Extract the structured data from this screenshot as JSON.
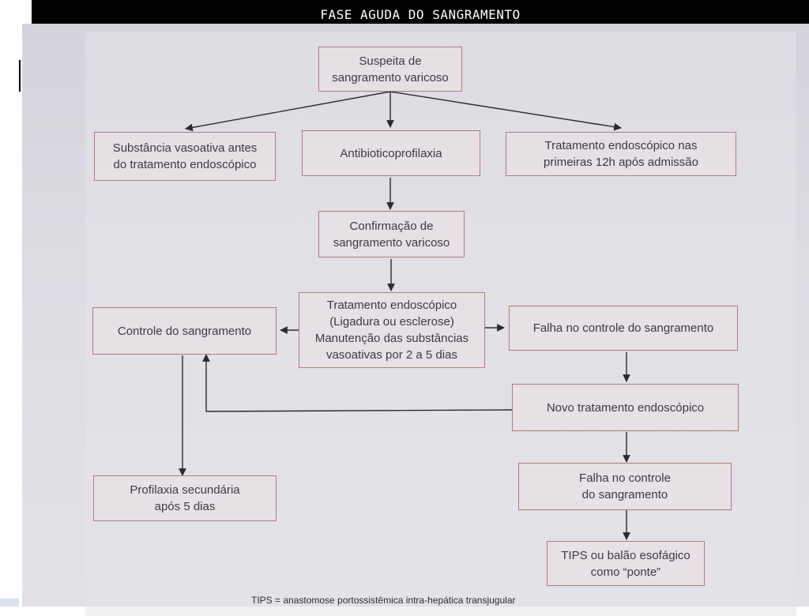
{
  "header": {
    "title": "FASE AGUDA DO SANGRAMENTO"
  },
  "flowchart": {
    "nodes": {
      "suspeita": {
        "lines": [
          "Suspeita de",
          "sangramento varicoso"
        ]
      },
      "vasoativa": {
        "lines": [
          "Substância vasoativa antes",
          "do tratamento endoscópico"
        ]
      },
      "antibiotico": {
        "lines": [
          "Antibioticoprofilaxia"
        ]
      },
      "endo12h": {
        "lines": [
          "Tratamento endoscópico nas",
          "primeiras 12h após admissão"
        ]
      },
      "confirmacao": {
        "lines": [
          "Confirmação de",
          "sangramento varicoso"
        ]
      },
      "tratamento": {
        "lines": [
          "Tratamento endoscópico",
          "(Ligadura ou esclerose)",
          "Manutenção das substâncias",
          "vasoativas por 2 a 5 dias"
        ]
      },
      "controle": {
        "lines": [
          "Controle do sangramento"
        ]
      },
      "falha1": {
        "lines": [
          "Falha no controle do sangramento"
        ]
      },
      "novo": {
        "lines": [
          "Novo tratamento endoscópico"
        ]
      },
      "profilaxia": {
        "lines": [
          "Profilaxia secundária",
          "após 5 dias"
        ]
      },
      "falha2": {
        "lines": [
          "Falha no controle",
          "do sangramento"
        ]
      },
      "tips": {
        "lines": [
          "TIPS ou balão esofágico",
          "como “ponte”"
        ]
      }
    }
  },
  "footnote": "TIPS = anastomose portossistêmica intra-hepática transjugular",
  "colors": {
    "title_bar": "#000000",
    "box_border": "#b07a7a",
    "arrow": "#2a2a30",
    "background": "#dcdce3"
  }
}
